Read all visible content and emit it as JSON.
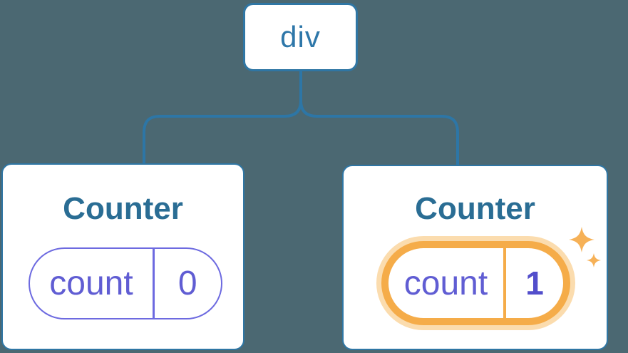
{
  "tree": {
    "root": {
      "label": "div"
    },
    "children": [
      {
        "title": "Counter",
        "state": {
          "key": "count",
          "value": "0"
        },
        "highlighted": false
      },
      {
        "title": "Counter",
        "state": {
          "key": "count",
          "value": "1"
        },
        "highlighted": true
      }
    ]
  },
  "icons": {
    "sparkle_large": "4-point-sparkle",
    "sparkle_small": "4-point-sparkle"
  },
  "colors": {
    "background": "#4b6872",
    "connector_blue": "#2d76a6",
    "node_border_blue": "#2f76a4",
    "root_label_blue": "#2e77a9",
    "title_blue": "#2a6d94",
    "state_purple": "#605dd3",
    "state_border_purple": "#6d6ae0",
    "state_value_bold_purple": "#524ecb",
    "highlight_orange": "#f5ac49",
    "highlight_glow": "#fbdcae",
    "sparkle_orange": "#f6b157",
    "card_background": "#ffffff"
  }
}
